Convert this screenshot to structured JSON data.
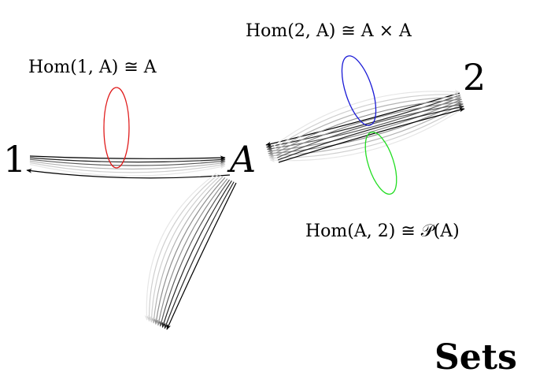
{
  "diagram": {
    "objects": {
      "one": "1",
      "A": "A",
      "two": "2"
    },
    "labels": {
      "hom_1_A": "Hom(1, A) ≅ A",
      "hom_2_A": "Hom(2, A) ≅ A × A",
      "hom_A_2": "Hom(A, 2) ≅ 𝒫(A)"
    },
    "title": "Sets",
    "colors": {
      "ellipse_hom_1_A": "#e01b1b",
      "ellipse_hom_2_A": "#1a1ad6",
      "ellipse_hom_A_2": "#22dd22",
      "arrow": "#000000"
    }
  }
}
